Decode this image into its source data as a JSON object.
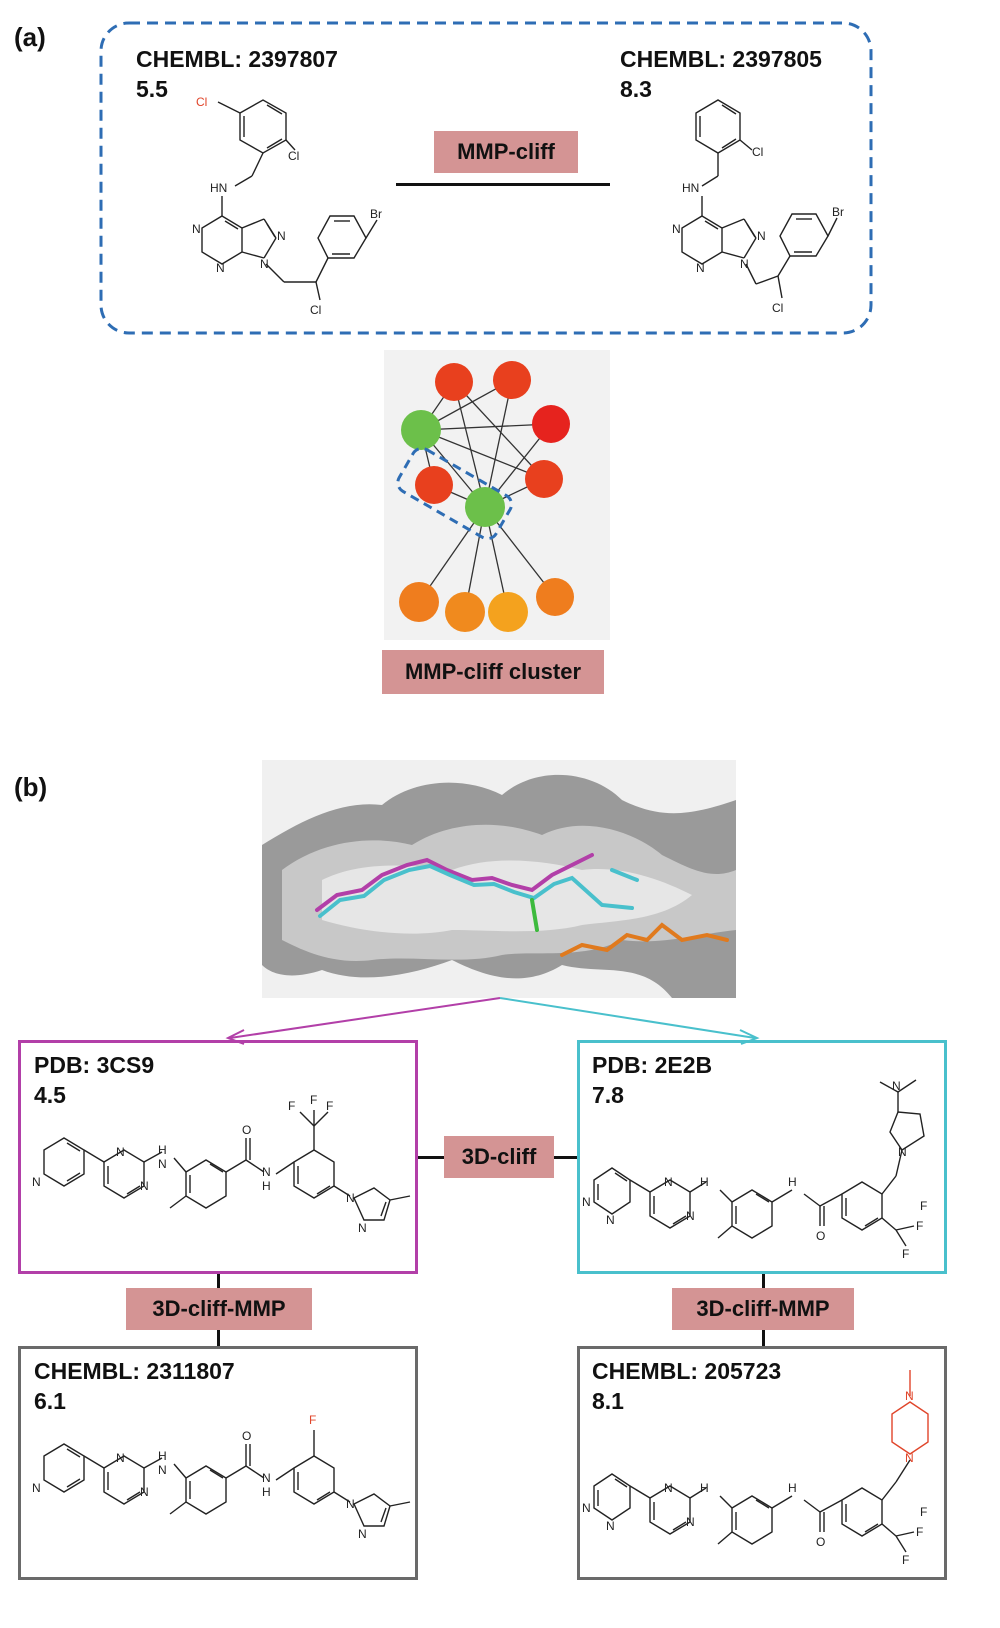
{
  "panel_a": {
    "label": "(a)",
    "left": {
      "id": "CHEMBL: 2397807",
      "value": "5.5"
    },
    "right": {
      "id": "CHEMBL: 2397805",
      "value": "8.3"
    },
    "relation": "MMP-cliff",
    "cluster_label": "MMP-cliff cluster"
  },
  "panel_b": {
    "label": "(b)",
    "pdb_left": {
      "id": "PDB: 3CS9",
      "value": "4.5"
    },
    "pdb_right": {
      "id": "PDB: 2E2B",
      "value": "7.8"
    },
    "relation_center": "3D-cliff",
    "relation_left": "3D-cliff-MMP",
    "relation_right": "3D-cliff-MMP",
    "chembl_left": {
      "id": "CHEMBL: 2311807",
      "value": "6.1"
    },
    "chembl_right": {
      "id": "CHEMBL: 205723",
      "value": "8.1"
    }
  },
  "atoms": {
    "cl": "Cl",
    "br": "Br",
    "f": "F",
    "n": "N",
    "o": "O",
    "nh": "NH",
    "hn": "HN",
    "h": "H"
  },
  "colors": {
    "dashed_frame": "#2e6db4",
    "magenta": "#b23fa8",
    "cyan": "#49c0cc",
    "gray_box": "#6a6a6a",
    "label_bg": "#d49494",
    "highlight_atom": "#e0452a",
    "node_green": "#6cc04a",
    "node_red": "#e8401e",
    "node_orange": "#ef7d1e",
    "node_yellow_orange": "#f4a21e"
  }
}
